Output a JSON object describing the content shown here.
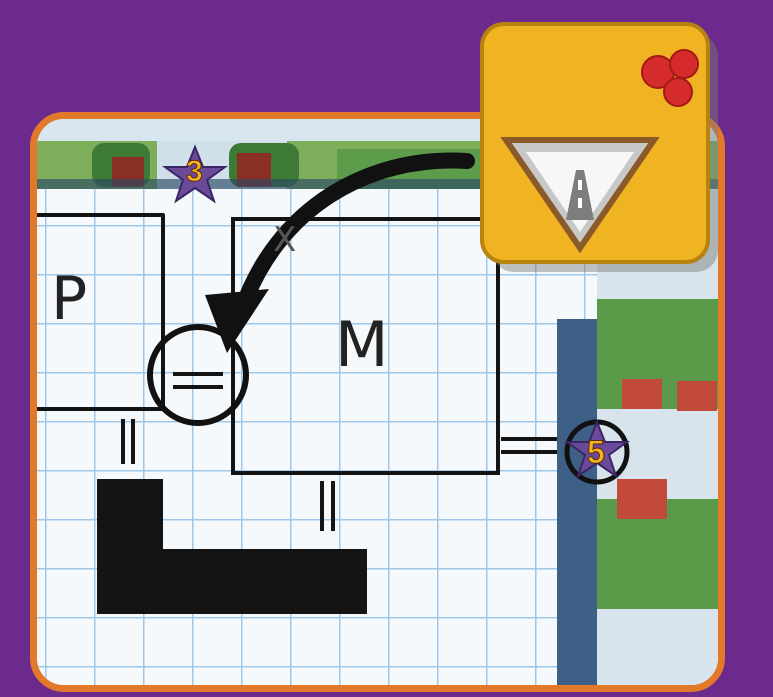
{
  "grid": {
    "left_room_label": "P",
    "right_room_label": "M",
    "top_door_mark": "X"
  },
  "bonus_stars": [
    {
      "value": "3"
    },
    {
      "value": "5"
    }
  ],
  "connector_symbols": {
    "equal": "="
  },
  "colors": {
    "background": "#6c2a8c",
    "board_border": "#e2782a",
    "grid_line": "#9fc7ea",
    "ink": "#141414",
    "card_yellow": "#f0b321",
    "star_fill": "#6b4a9a",
    "star_number": "#f6b520",
    "berry_red": "#d62b2b"
  },
  "icons": {
    "card_symbol": "road-sign-triangle-icon",
    "card_badge": "three-berries-icon",
    "pointer": "curved-arrow-icon"
  }
}
